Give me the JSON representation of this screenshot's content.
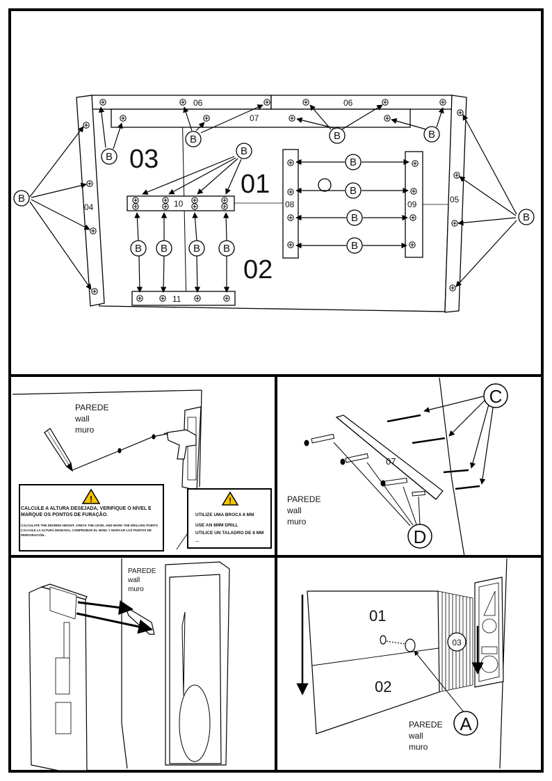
{
  "top": {
    "panels": {
      "p01": "01",
      "p02": "02",
      "p03": "03"
    },
    "slats": {
      "s04": "04",
      "s05": "05",
      "s06a": "06",
      "s06b": "06",
      "s07": "07",
      "s08": "08",
      "s09": "09",
      "s10": "10",
      "s11": "11"
    },
    "callout_b": "B"
  },
  "drill": {
    "wall": [
      "PAREDE",
      "wall",
      "muro"
    ],
    "warn1": {
      "pt": "CALCULE A ALTURA DESEJADA,  VERIFIQUE O NÍVEL E MARQUE OS PONTOS DE FURAÇÃO.",
      "en": "CALCULATE THE DESIRED HEIGHT, CHECK THE LEVEL AND MARK THE DRILLING POINTS",
      "es": "CALCULE LA ALTURA DESEADA, COMPROBAR EL NIVEL Y MARCAR LOS PUNTOS DE PERFORACIÓN.."
    },
    "warn2": {
      "pt": "UTILIZE  UMA BROCA 8 MM",
      "en": "USE AN 8MM DRILL",
      "es": "UTILICE UN TALADRO DE 8 MM",
      "extra": "..."
    }
  },
  "mount": {
    "slat": "07",
    "wall": [
      "PAREDE",
      "wall",
      "muro"
    ],
    "callout_c": "C",
    "callout_d": "D"
  },
  "hang": {
    "wall": [
      "PAREDE",
      "wall",
      "muro"
    ]
  },
  "final": {
    "p01": "01",
    "p02": "02",
    "p03": "03",
    "wall": [
      "PAREDE",
      "wall",
      "muro"
    ],
    "callout_a": "A"
  }
}
